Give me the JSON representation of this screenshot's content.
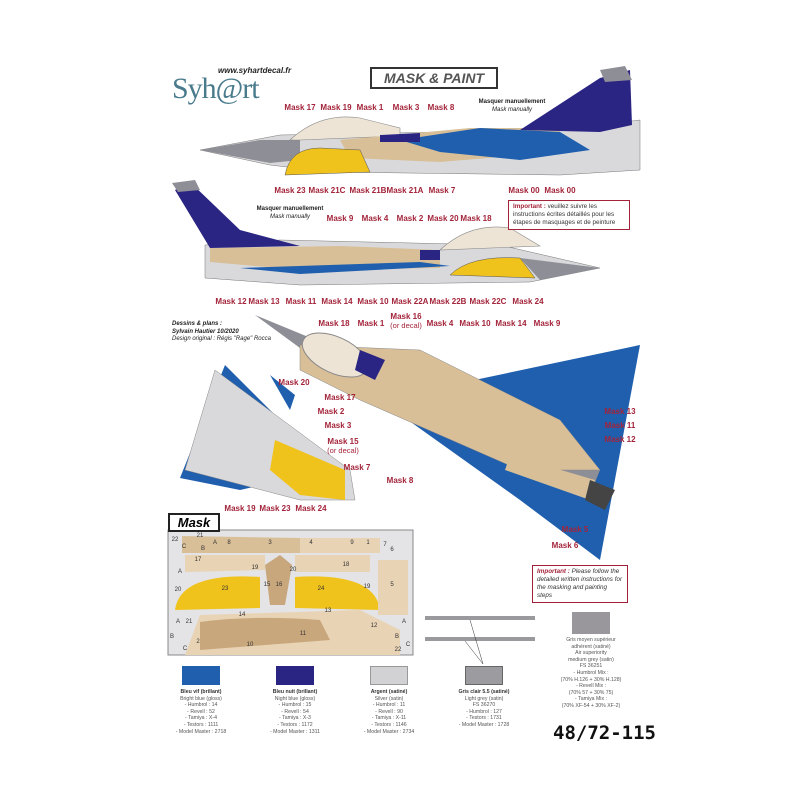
{
  "header": {
    "logo_text": "Syh@rt",
    "website": "www.syhartdecal.fr",
    "title": "MASK & PAINT"
  },
  "manual_note": {
    "fr": "Masquer manuellement",
    "en": "Mask manually"
  },
  "side_view_left": {
    "top_labels": [
      "Mask 17",
      "Mask 19",
      "Mask 1",
      "Mask 3",
      "Mask 8"
    ],
    "bottom_labels": [
      "Mask 23",
      "Mask 21C",
      "Mask 21B",
      "Mask 21A",
      "Mask 7",
      "Mask 00",
      "Mask 00"
    ]
  },
  "side_view_right": {
    "top_labels": [
      "Mask 9",
      "Mask 4",
      "Mask 2",
      "Mask 20",
      "Mask 18"
    ],
    "bottom_labels": [
      "Mask 12",
      "Mask 13",
      "Mask 11",
      "Mask 14",
      "Mask 10",
      "Mask 22A",
      "Mask 22B",
      "Mask 22C",
      "Mask 24"
    ]
  },
  "important_fr": {
    "label": "Important :",
    "text": "veuillez suivre les instructions écrites détaillés pour les étapes de masquages et de peinture"
  },
  "important_en": {
    "label": "Important :",
    "text": "Please follow the detailed written instructions for the masking and painting steps"
  },
  "credits": {
    "line1": "Dessins & plans :",
    "line2": "Sylvain Hautier 10/2020",
    "line3": "Design original : Régis \"Rage\" Rocca"
  },
  "top_view": {
    "mask18": "Mask 18",
    "mask1": "Mask 1",
    "mask16": "Mask 16",
    "mask16_note": "(or decal)",
    "mask4": "Mask 4",
    "mask10": "Mask 10",
    "mask14": "Mask 14",
    "mask9": "Mask 9",
    "mask17": "Mask 17",
    "mask2": "Mask 2",
    "mask3": "Mask 3",
    "mask15": "Mask 15",
    "mask15_note": "(or decal)",
    "mask7": "Mask 7",
    "mask8": "Mask 8",
    "mask13": "Mask 13",
    "mask11": "Mask 11",
    "mask12": "Mask 12",
    "mask5": "Mask 5",
    "mask6": "Mask 6"
  },
  "bottom_view": {
    "mask20": "Mask 20",
    "mask19": "Mask 19",
    "mask23": "Mask 23",
    "mask24": "Mask 24"
  },
  "mask_sheet": {
    "title": "Mask",
    "pieces": [
      "22",
      "21",
      "A",
      "8",
      "3",
      "4",
      "9",
      "1",
      "7",
      "6",
      "C",
      "B",
      "17",
      "18",
      "A",
      "19",
      "20",
      "15",
      "16",
      "20",
      "19",
      "23",
      "24",
      "5",
      "14",
      "13",
      "12",
      "11",
      "10",
      "2",
      "A",
      "21",
      "B",
      "C",
      "A",
      "B",
      "C",
      "22"
    ]
  },
  "paints": [
    {
      "color": "#1f5fae",
      "name": "Bleu vif (brillant)",
      "en": "Bright blue (gloss)",
      "humbrol": "- Humbrol : 14",
      "revell": "- Revell : 52",
      "tamiya": "- Tamiya : X-4",
      "testors": "- Testors : 1111",
      "model_master": "- Model Master : 2718"
    },
    {
      "color": "#2a2483",
      "name": "Bleu nuit (brillant)",
      "en": "Night blue (gloss)",
      "humbrol": "- Humbrol : 15",
      "revell": "- Revell : 54",
      "tamiya": "- Tamiya : X-3",
      "testors": "- Testors : 1172",
      "model_master": "- Model Master : 1311"
    },
    {
      "color": "#d2d2d4",
      "name": "Argent (satiné)",
      "en": "Silver (satin)",
      "humbrol": "- Humbrol : 11",
      "revell": "- Revell : 90",
      "tamiya": "- Tamiya : X-11",
      "testors": "- Testors : 1146",
      "model_master": "- Model Master : 2734"
    },
    {
      "color": "#9c9ca0",
      "name": "Gris clair 5.5 (satiné)",
      "en": "Light grey (satin)",
      "humbrol": "FS 36270",
      "revell": "- Humbrol : 127",
      "tamiya": "- Testors : 1731",
      "testors": "",
      "model_master": "- Model Master : 1728"
    }
  ],
  "extra_paint": {
    "color": "#9a979c",
    "lines": [
      "Gris moyen supérieur",
      "adhérent (satiné)",
      "Air superiority",
      "medium grey (satin)",
      "FS 36251",
      "- Humbrol Mix :",
      "(70% H.126 + 30% H.128)",
      "- Revell Mix :",
      "(70% 57 + 30% 75)",
      "- Tamiya Mix :",
      "(70% XF-54 + 30% XF-2)"
    ]
  },
  "reference": "48/72-115"
}
